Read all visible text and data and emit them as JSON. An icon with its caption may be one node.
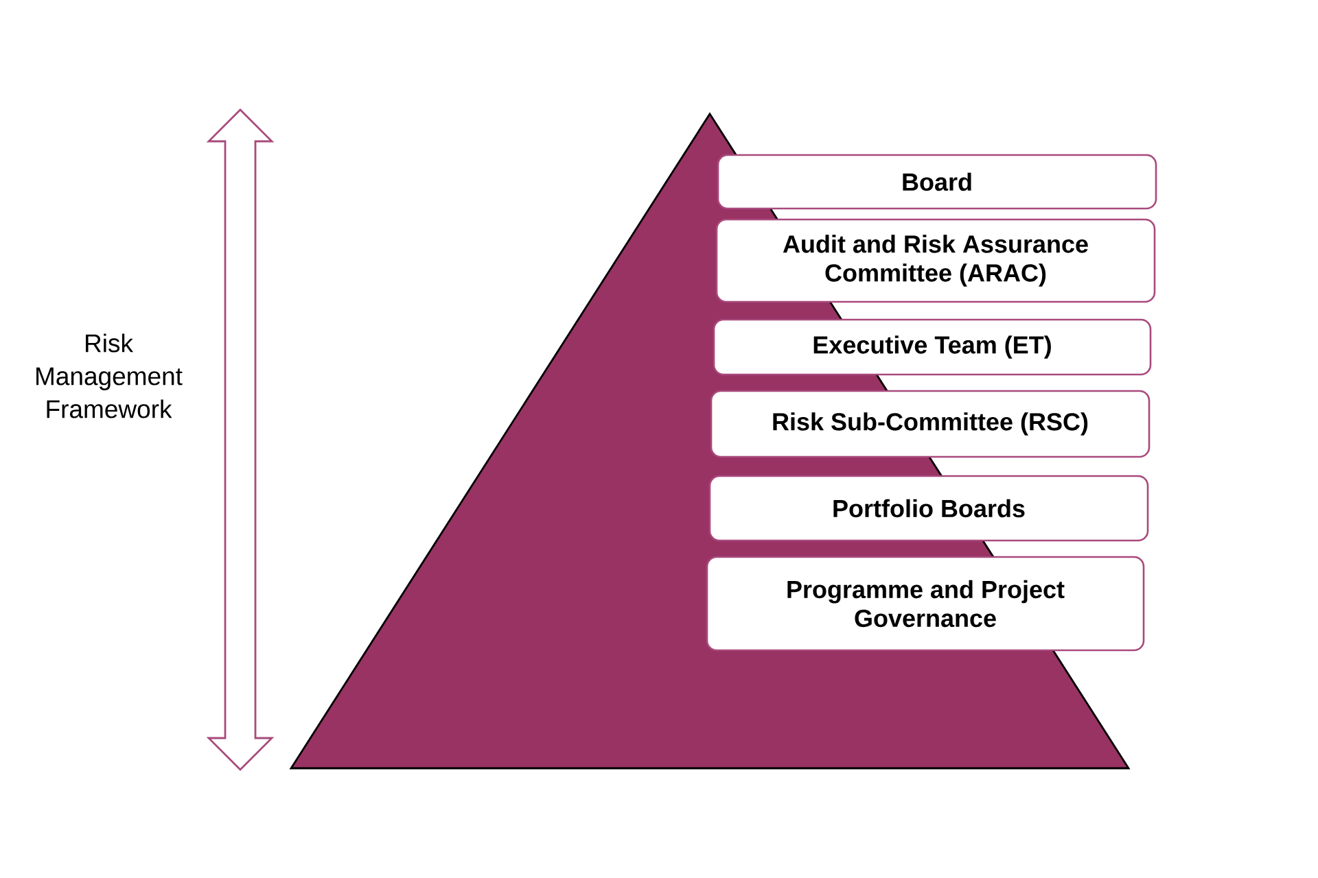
{
  "diagram": {
    "nodes": [
      {
        "text": [
          "Board"
        ]
      },
      {
        "text": [
          "Audit and Risk Assurance Committee (ARAC)"
        ]
      },
      {
        "text": [
          "Executive Team (ET)"
        ]
      },
      {
        "text": [
          "Risk Sub-Committee (RSC)"
        ]
      },
      {
        "text": [
          "Portfolio Boards"
        ]
      },
      {
        "text": [
          "Programme and Project Governance"
        ]
      }
    ],
    "labels": [
      "Risk Management Framework"
    ]
  }
}
